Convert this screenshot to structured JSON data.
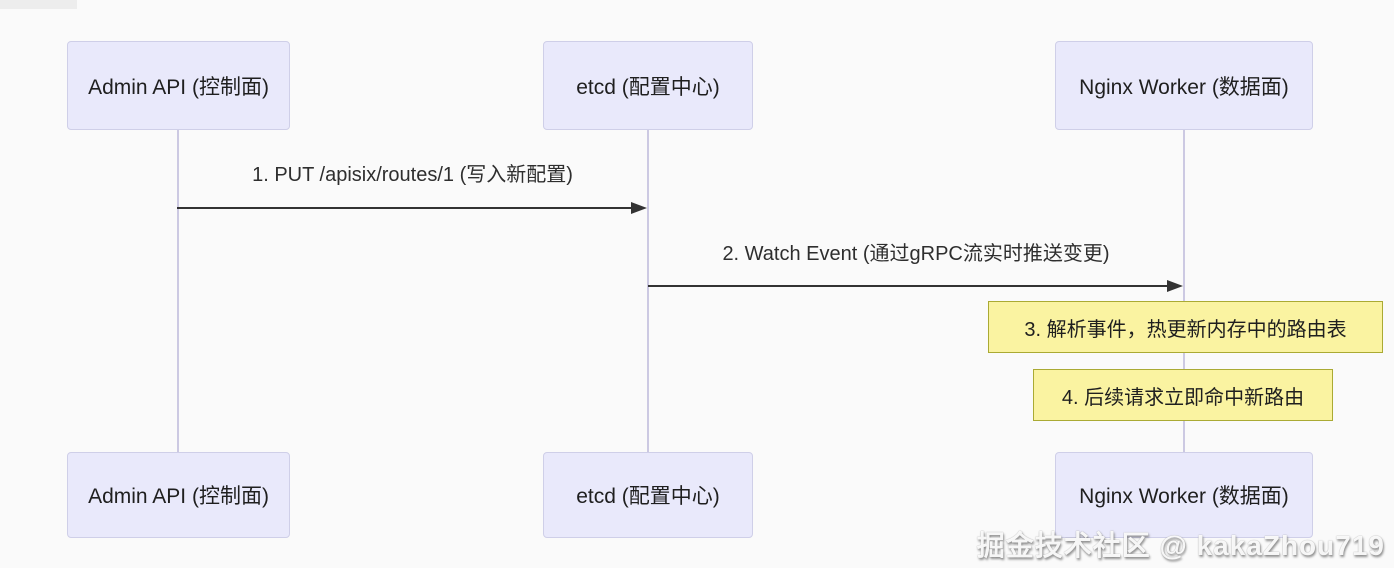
{
  "diagram": {
    "type": "sequence",
    "actors": [
      {
        "id": "admin",
        "label": "Admin API (控制面)"
      },
      {
        "id": "etcd",
        "label": "etcd (配置中心)"
      },
      {
        "id": "nginx",
        "label": "Nginx Worker (数据面)"
      }
    ],
    "messages": [
      {
        "num": 1,
        "from": "admin",
        "to": "etcd",
        "style": "solid-arrow",
        "label": "1. PUT /apisix/routes/1 (写入新配置)"
      },
      {
        "num": 2,
        "from": "etcd",
        "to": "nginx",
        "style": "solid-arrow",
        "label": "2. Watch Event (通过gRPC流实时推送变更)"
      }
    ],
    "notes": [
      {
        "num": 3,
        "over": "nginx",
        "label": "3. 解析事件，热更新内存中的路由表"
      },
      {
        "num": 4,
        "over": "nginx",
        "label": "4. 后续请求立即命中新路由"
      }
    ],
    "colors": {
      "background": "#fafafa",
      "actor_fill": "#e9e9fb",
      "actor_border": "#cfcfe8",
      "lifeline": "#ccc9e2",
      "arrow": "#333333",
      "message_text": "#2e2e2e",
      "note_fill": "#faf3a1",
      "note_border": "#aaaa33",
      "watermark_text": "#ffffff"
    }
  },
  "watermark": {
    "text": "掘金技术社区 @ kakaZhou719"
  }
}
